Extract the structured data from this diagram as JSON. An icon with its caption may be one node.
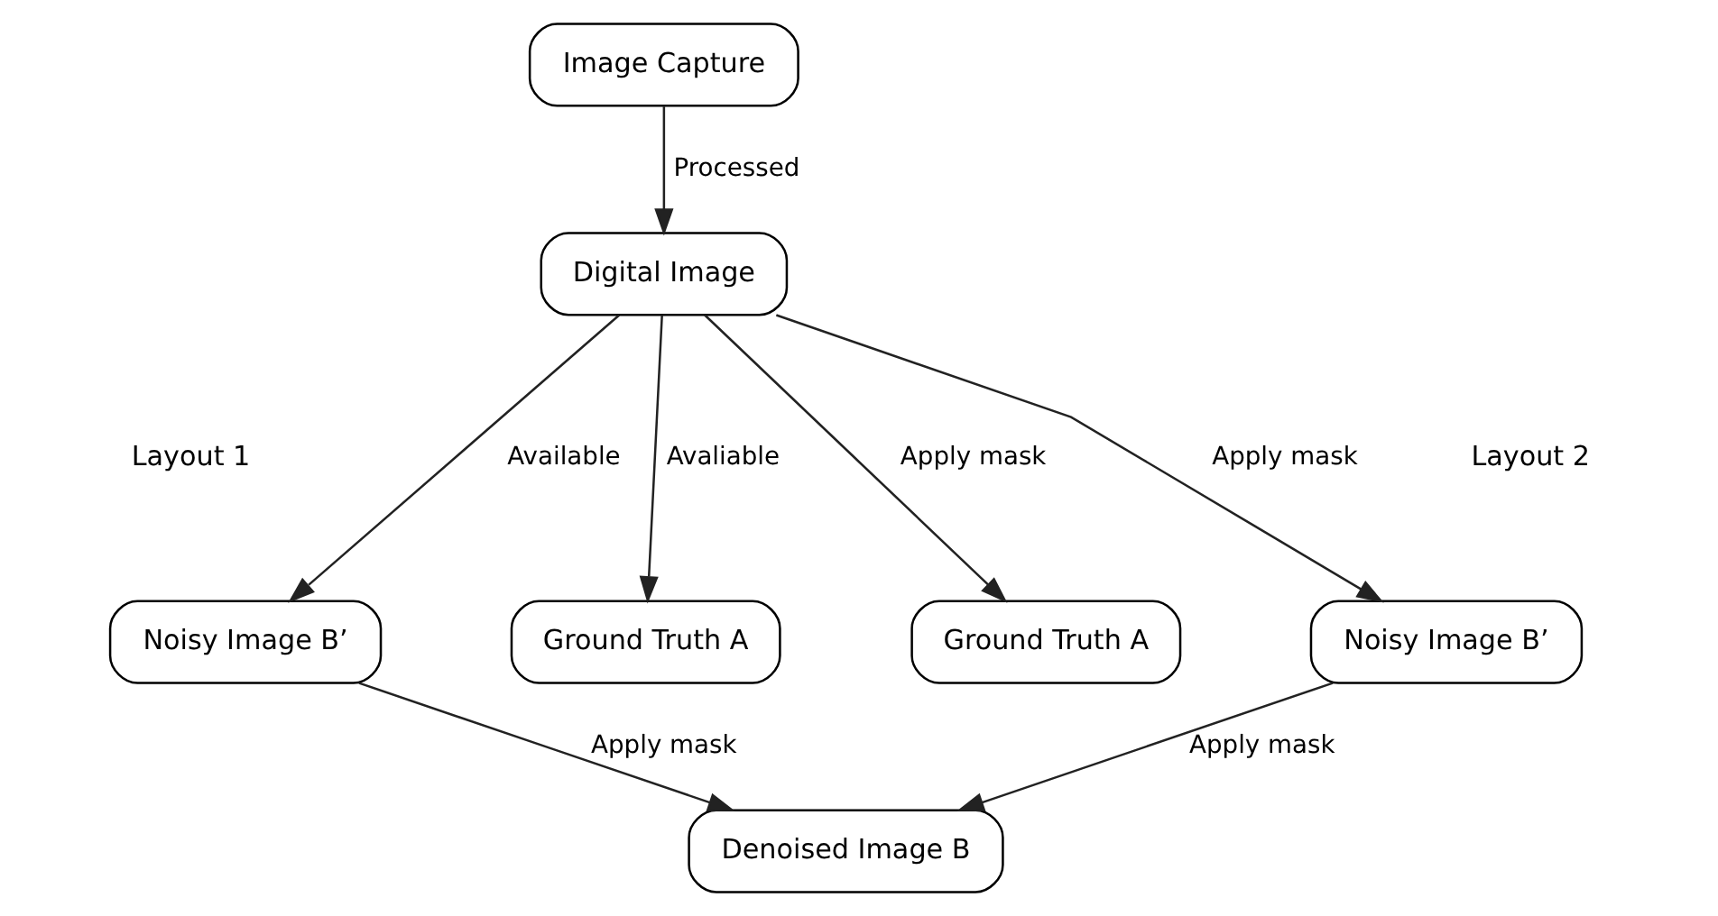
{
  "diagram": {
    "nodes": [
      {
        "text": [
          "Image Capture"
        ]
      },
      {
        "text": [
          "Digital Image"
        ]
      },
      {
        "text": [
          "Noisy Image B’"
        ]
      },
      {
        "text": [
          "Ground Truth A"
        ]
      },
      {
        "text": [
          "Ground Truth A"
        ]
      },
      {
        "text": [
          "Noisy Image B’"
        ]
      },
      {
        "text": [
          "Denoised Image B"
        ]
      }
    ],
    "edges": [
      {
        "from": 0,
        "to": 1,
        "arrow": "to",
        "label": "Processed"
      },
      {
        "from": 1,
        "to": 2,
        "arrow": "to",
        "label": "Available"
      },
      {
        "from": 1,
        "to": 3,
        "arrow": "to",
        "label": "Avaliable"
      },
      {
        "from": 1,
        "to": 4,
        "arrow": "to",
        "label": "Apply mask"
      },
      {
        "from": 1,
        "to": 5,
        "arrow": "to",
        "label": "Apply mask"
      },
      {
        "from": 2,
        "to": 6,
        "arrow": "to",
        "label": "Apply mask"
      },
      {
        "from": 5,
        "to": 6,
        "arrow": "to",
        "label": "Apply mask"
      }
    ],
    "labels": [
      "Layout 1",
      "Layout 2"
    ]
  }
}
